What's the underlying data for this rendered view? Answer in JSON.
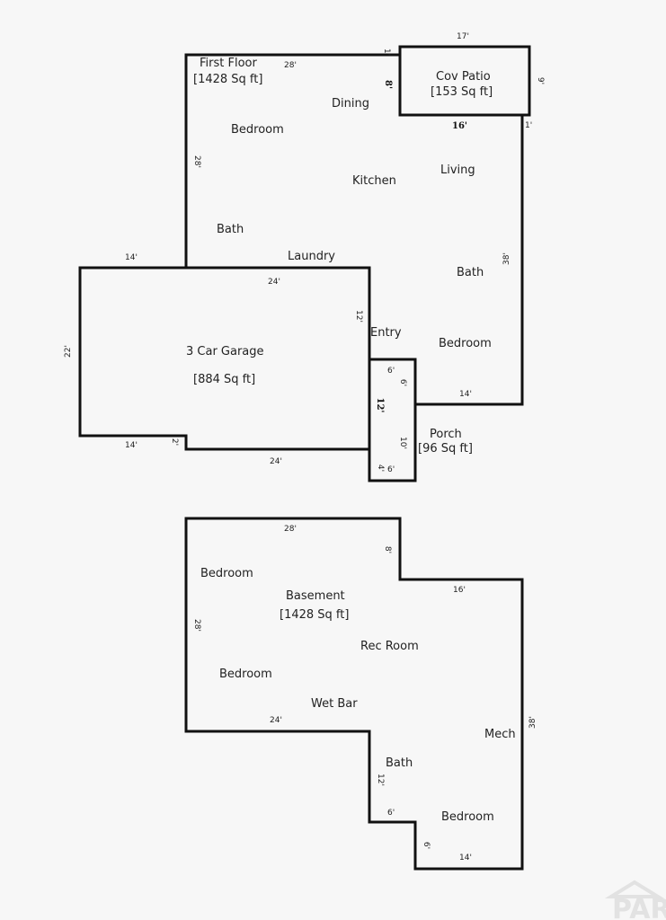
{
  "first_floor": {
    "title": "First Floor",
    "area": "[1428 Sq ft]",
    "rooms": [
      "Dining",
      "Bedroom",
      "Kitchen",
      "Living",
      "Bath",
      "Laundry",
      "Bath",
      "Entry",
      "Bedroom"
    ],
    "dims": [
      "28'",
      "28'",
      "38'",
      "14'",
      "1'",
      "8'",
      "1'"
    ]
  },
  "patio": {
    "title": "Cov Patio",
    "area": "[153 Sq ft]",
    "dims": [
      "17'",
      "9'",
      "16'"
    ]
  },
  "garage": {
    "title": "3 Car Garage",
    "area": "[884 Sq ft]",
    "dims": [
      "14'",
      "24'",
      "22'",
      "12'",
      "14'",
      "2'",
      "24'"
    ]
  },
  "porch": {
    "title": "Porch",
    "area": "[96 Sq ft]",
    "dims": [
      "6'",
      "6'",
      "12'",
      "10'",
      "4'",
      "6'"
    ]
  },
  "basement": {
    "title": "Basement",
    "area": "[1428 Sq ft]",
    "rooms": [
      "Bedroom",
      "Rec Room",
      "Bedroom",
      "Wet Bar",
      "Mech",
      "Bath",
      "Bedroom"
    ],
    "dims": [
      "28'",
      "8'",
      "16'",
      "28'",
      "24'",
      "38'",
      "12'",
      "6'",
      "6'",
      "14'"
    ]
  },
  "watermark": "PAR"
}
